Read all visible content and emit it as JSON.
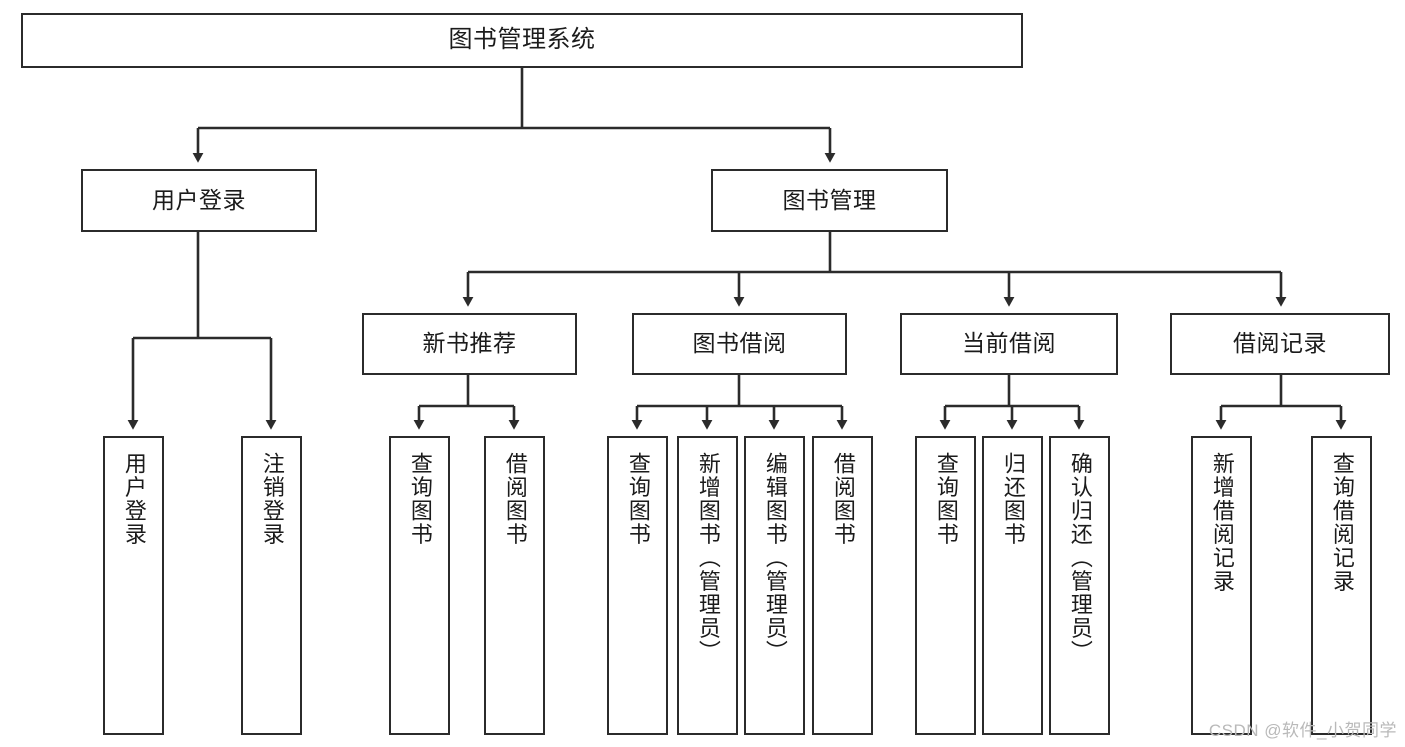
{
  "diagram": {
    "title": "图书管理系统",
    "type": "tree-hierarchy",
    "colors": {
      "box_border": "#2b2b2b",
      "box_fill": "#ffffff",
      "connector": "#2b2b2b",
      "text": "#1b1b1b",
      "background": "#ffffff",
      "watermark": "#b9b9b9"
    }
  },
  "nodes": {
    "root": {
      "label": "图书管理系统",
      "level": 1
    },
    "level2": [
      {
        "id": "user-login",
        "label": "用户登录"
      },
      {
        "id": "book-manage",
        "label": "图书管理"
      }
    ],
    "level3": [
      {
        "id": "new-book-recommend",
        "label": "新书推荐"
      },
      {
        "id": "book-borrow",
        "label": "图书借阅"
      },
      {
        "id": "current-borrow",
        "label": "当前借阅"
      },
      {
        "id": "borrow-record",
        "label": "借阅记录"
      }
    ],
    "leaves": {
      "user-login": [
        {
          "id": "leaf-user-login",
          "label": "用户登录"
        },
        {
          "id": "leaf-user-logout",
          "label": "注销登录"
        }
      ],
      "new-book-recommend": [
        {
          "id": "leaf-query-book-1",
          "label": "查询图书"
        },
        {
          "id": "leaf-borrow-book-1",
          "label": "借阅图书"
        }
      ],
      "book-borrow": [
        {
          "id": "leaf-query-book-2",
          "label": "查询图书"
        },
        {
          "id": "leaf-add-book",
          "label": "新增图书（管理员）"
        },
        {
          "id": "leaf-edit-book",
          "label": "编辑图书（管理员）"
        },
        {
          "id": "leaf-borrow-book-2",
          "label": "借阅图书"
        }
      ],
      "current-borrow": [
        {
          "id": "leaf-query-book-3",
          "label": "查询图书"
        },
        {
          "id": "leaf-return-book",
          "label": "归还图书"
        },
        {
          "id": "leaf-confirm-return",
          "label": "确认归还（管理员）"
        }
      ],
      "borrow-record": [
        {
          "id": "leaf-add-record",
          "label": "新增借阅记录"
        },
        {
          "id": "leaf-query-record",
          "label": "查询借阅记录"
        }
      ]
    }
  },
  "watermark": {
    "text": "CSDN @软件_小贺同学"
  }
}
